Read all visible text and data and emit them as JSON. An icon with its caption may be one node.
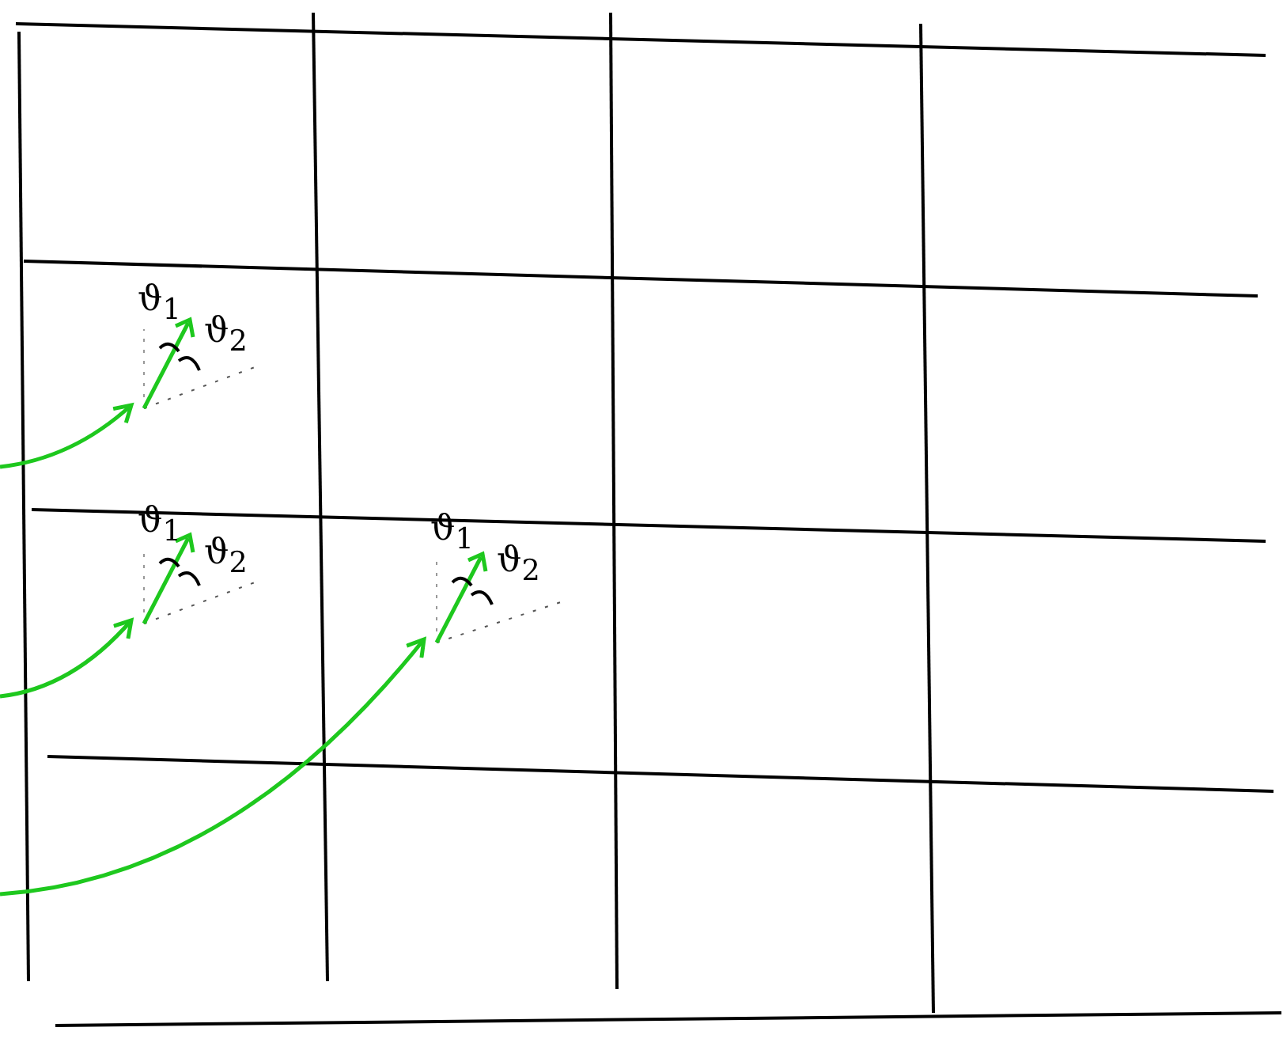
{
  "diagram": {
    "nodes": [
      {
        "text": [
          "ϑ$_{1}$",
          "ϑ$_{2}$"
        ]
      },
      {
        "text": [
          "ϑ$_{1}$",
          "ϑ$_{2}$"
        ]
      },
      {
        "text": [
          "ϑ$_{1}$",
          "ϑ$_{2}$"
        ]
      }
    ],
    "edges": [
      {
        "from": null,
        "to": 0,
        "arrow": "to"
      },
      {
        "from": null,
        "to": 1,
        "arrow": "to"
      },
      {
        "from": null,
        "to": 2,
        "arrow": "to"
      }
    ]
  }
}
